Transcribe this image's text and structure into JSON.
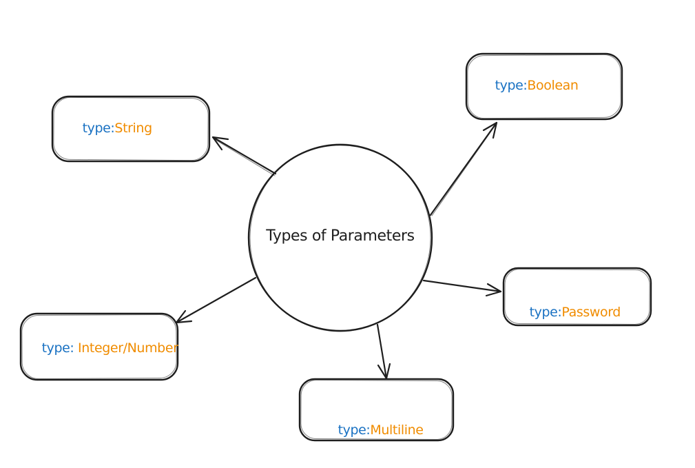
{
  "diagram": {
    "center": {
      "label": "Types of Parameters"
    },
    "nodes": [
      {
        "id": "string",
        "prefix": "type:",
        "name": "String"
      },
      {
        "id": "boolean",
        "prefix": "type:",
        "name": "Boolean"
      },
      {
        "id": "password",
        "prefix": "type:",
        "name": "Password"
      },
      {
        "id": "integer",
        "prefix": "type:",
        "name": " Integer/Number"
      },
      {
        "id": "multiline",
        "prefix": "type:",
        "name": "Multiline"
      }
    ],
    "colors": {
      "shape_stroke": "#1e1e1e",
      "type_prefix_text": "#1971c2",
      "type_name_text": "#f08c00",
      "background": "#ffffff"
    }
  }
}
